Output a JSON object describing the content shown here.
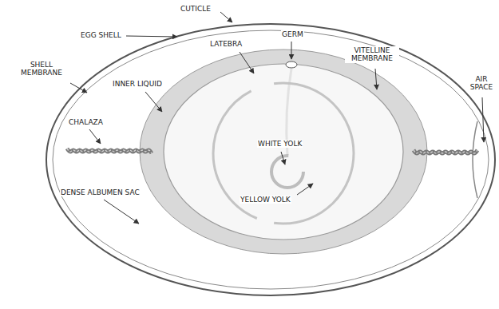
{
  "diagram": {
    "labels": [
      "CUTICLE",
      "EGG SHELL",
      "GERM",
      "SHELL MEMBRANE",
      "LATEBRA",
      "VITELLINE MEMBRANE",
      "INNER LIQUID",
      "CHALAZA",
      "AIR SPACE",
      "WHITE YOLK",
      "YELLOW YOLK",
      "DENSE ALBUMEN SAC"
    ]
  }
}
